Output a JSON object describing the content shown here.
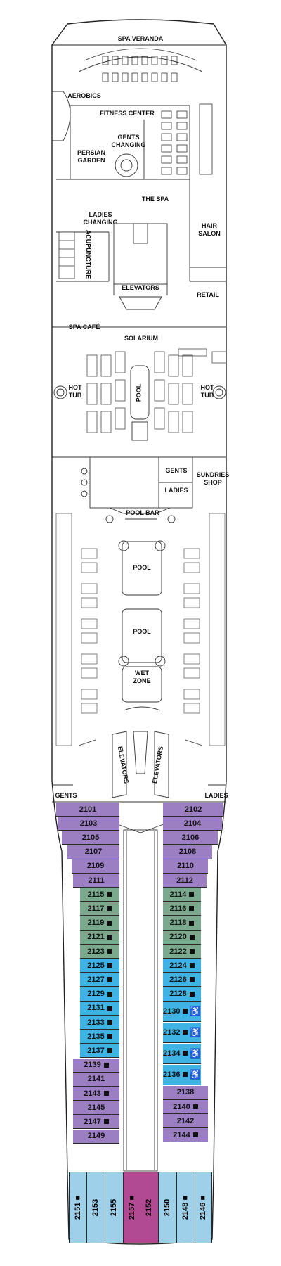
{
  "deck": {
    "spa_veranda": "SPA VERANDA",
    "aerobics": "AEROBICS",
    "fitness_center": "FITNESS CENTER",
    "gents_changing": "GENTS CHANGING",
    "persian_garden": "PERSIAN GARDEN",
    "the_spa": "THE SPA",
    "ladies_changing": "LADIES CHANGING",
    "acupuncture": "ACUPUNCTURE",
    "hair_salon": "HAIR SALON",
    "retail": "RETAIL",
    "elevators_fwd": "ELEVATORS",
    "spa_cafe": "SPA CAFÉ",
    "solarium": "SOLARIUM",
    "hot_tub_left": "HOT TUB",
    "hot_tub_right": "HOT TUB",
    "pool_solarium": "POOL",
    "gents_mid": "GENTS",
    "ladies_mid": "LADIES",
    "sundries_shop": "SUNDRIES SHOP",
    "pool_bar": "POOL BAR",
    "pool_1": "POOL",
    "pool_2": "POOL",
    "wet_zone": "WET ZONE",
    "elevators_aft_left": "ELEVATORS",
    "elevators_aft_right": "ELEVATORS",
    "gents_aft": "GENTS",
    "ladies_aft": "LADIES"
  },
  "colors": {
    "purple": "#9c7fc2",
    "green": "#7aa98d",
    "blue": "#3fb4e4",
    "light_blue": "#9ed0ea",
    "magenta": "#b24a93",
    "outline": "#2a2a2a"
  },
  "cabins": {
    "port": [
      {
        "number": "2101",
        "category": "purple"
      },
      {
        "number": "2103",
        "category": "purple"
      },
      {
        "number": "2105",
        "category": "purple"
      },
      {
        "number": "2107",
        "category": "purple"
      },
      {
        "number": "2109",
        "category": "purple"
      },
      {
        "number": "2111",
        "category": "purple"
      },
      {
        "number": "2115",
        "category": "green",
        "marker": "■"
      },
      {
        "number": "2117",
        "category": "green",
        "marker": "■"
      },
      {
        "number": "2119",
        "category": "green",
        "marker": "■"
      },
      {
        "number": "2121",
        "category": "green",
        "marker": "■"
      },
      {
        "number": "2123",
        "category": "green",
        "marker": "■"
      },
      {
        "number": "2125",
        "category": "blue",
        "marker": "■"
      },
      {
        "number": "2127",
        "category": "blue",
        "marker": "■"
      },
      {
        "number": "2129",
        "category": "blue",
        "marker": "■"
      },
      {
        "number": "2131",
        "category": "blue",
        "marker": "■"
      },
      {
        "number": "2133",
        "category": "blue",
        "marker": "■"
      },
      {
        "number": "2135",
        "category": "blue",
        "marker": "■"
      },
      {
        "number": "2137",
        "category": "blue",
        "marker": "■"
      },
      {
        "number": "2139",
        "category": "purple",
        "marker": "■"
      },
      {
        "number": "2141",
        "category": "purple"
      },
      {
        "number": "2143",
        "category": "purple",
        "marker": "■"
      },
      {
        "number": "2145",
        "category": "purple"
      },
      {
        "number": "2147",
        "category": "purple",
        "marker": "■"
      },
      {
        "number": "2149",
        "category": "purple"
      }
    ],
    "starboard": [
      {
        "number": "2102",
        "category": "purple"
      },
      {
        "number": "2104",
        "category": "purple"
      },
      {
        "number": "2106",
        "category": "purple"
      },
      {
        "number": "2108",
        "category": "purple"
      },
      {
        "number": "2110",
        "category": "purple"
      },
      {
        "number": "2112",
        "category": "purple"
      },
      {
        "number": "2114",
        "category": "green",
        "marker": "■"
      },
      {
        "number": "2116",
        "category": "green",
        "marker": "■"
      },
      {
        "number": "2118",
        "category": "green",
        "marker": "■"
      },
      {
        "number": "2120",
        "category": "green",
        "marker": "■"
      },
      {
        "number": "2122",
        "category": "green",
        "marker": "■"
      },
      {
        "number": "2124",
        "category": "blue",
        "marker": "■"
      },
      {
        "number": "2126",
        "category": "blue",
        "marker": "■"
      },
      {
        "number": "2128",
        "category": "blue",
        "marker": "■"
      },
      {
        "number": "2130",
        "category": "blue",
        "marker": "■",
        "accessible": "♿"
      },
      {
        "number": "2132",
        "category": "blue",
        "marker": "■",
        "accessible": "♿"
      },
      {
        "number": "2134",
        "category": "blue",
        "marker": "■",
        "accessible": "♿"
      },
      {
        "number": "2136",
        "category": "blue",
        "marker": "■",
        "accessible": "♿"
      },
      {
        "number": "2138",
        "category": "purple"
      },
      {
        "number": "2140",
        "category": "purple",
        "marker": "■"
      },
      {
        "number": "2142",
        "category": "purple"
      },
      {
        "number": "2144",
        "category": "purple",
        "marker": "■"
      }
    ],
    "aft": [
      {
        "number": "2151",
        "category": "light_blue",
        "marker": "■"
      },
      {
        "number": "2153",
        "category": "light_blue"
      },
      {
        "number": "2155",
        "category": "light_blue"
      },
      {
        "number": "2157",
        "category": "magenta",
        "marker": "■"
      },
      {
        "number": "2152",
        "category": "magenta"
      },
      {
        "number": "2150",
        "category": "light_blue"
      },
      {
        "number": "2148",
        "category": "light_blue",
        "marker": "■"
      },
      {
        "number": "2146",
        "category": "light_blue",
        "marker": "■"
      }
    ]
  }
}
